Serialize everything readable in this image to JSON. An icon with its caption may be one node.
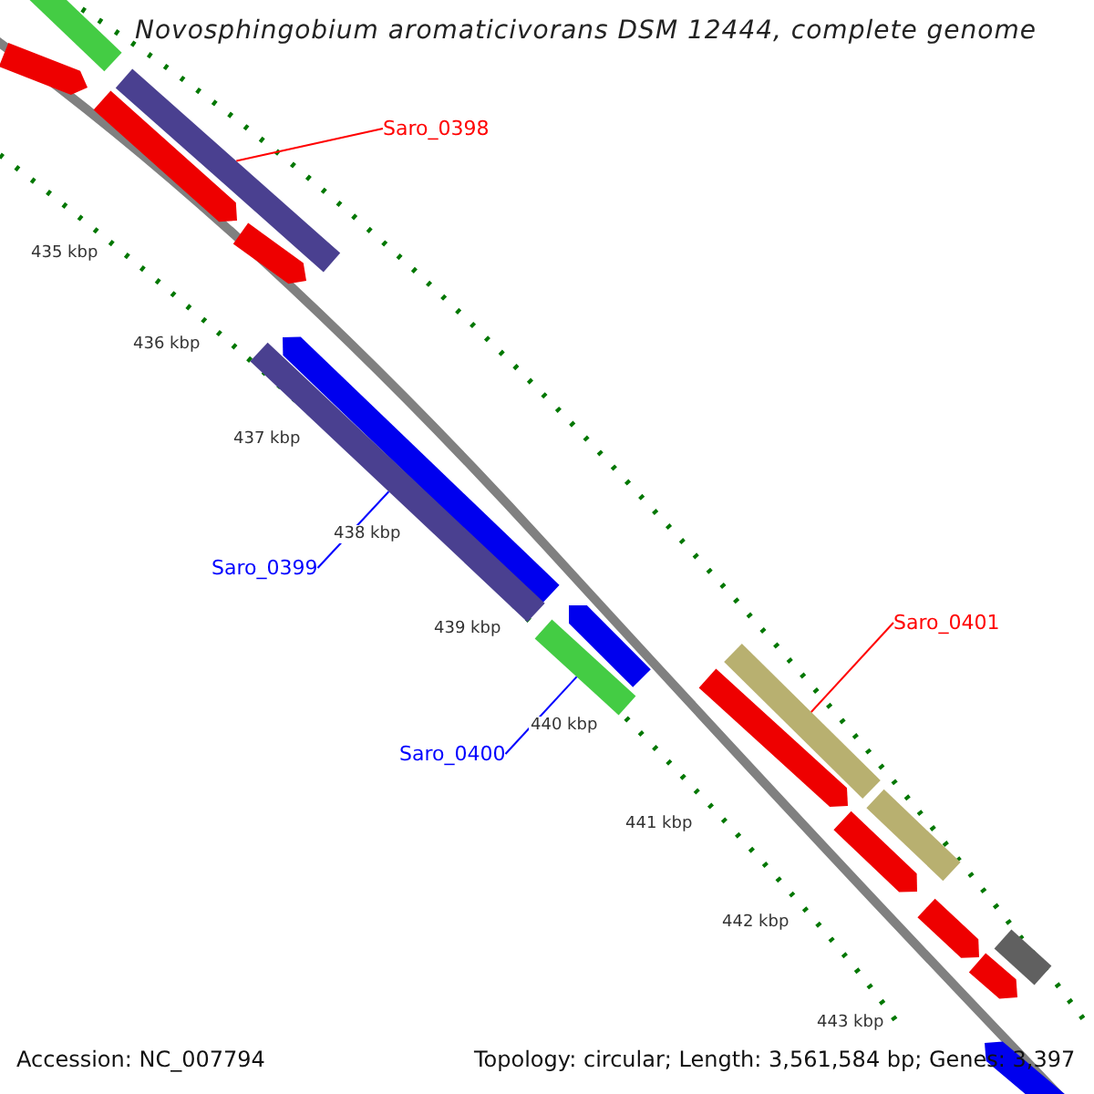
{
  "diagram": {
    "title": "Novosphingobium aromaticivorans DSM 12444, complete genome",
    "nodes": [
      {
        "text": [
          "Saro_0398"
        ]
      },
      {
        "text": [],
        "shape": "bar"
      },
      {
        "text": [
          "Saro_0399"
        ]
      },
      {
        "text": [],
        "shape": "bar"
      },
      {
        "text": [
          "Saro_0400"
        ]
      },
      {
        "text": [],
        "shape": "bar"
      },
      {
        "text": [
          "Saro_0401"
        ]
      },
      {
        "text": [],
        "shape": "bar"
      }
    ],
    "edges": [
      {
        "from": 0,
        "to": 1,
        "arrow": "none",
        "color": "#ff0000"
      },
      {
        "from": 2,
        "to": 3,
        "arrow": "none",
        "color": "#0000ff"
      },
      {
        "from": 4,
        "to": 5,
        "arrow": "none",
        "color": "#0000ff"
      },
      {
        "from": 6,
        "to": 7,
        "arrow": "none",
        "color": "#ff0000"
      }
    ],
    "labels": [
      "435 kbp",
      "436 kbp",
      "437 kbp",
      "438 kbp",
      "439 kbp",
      "440 kbp",
      "441 kbp",
      "442 kbp",
      "443 kbp",
      "Accession: NC_007794",
      "Topology: circular; Length: 3,561,584 bp; Genes: 3,397"
    ]
  }
}
